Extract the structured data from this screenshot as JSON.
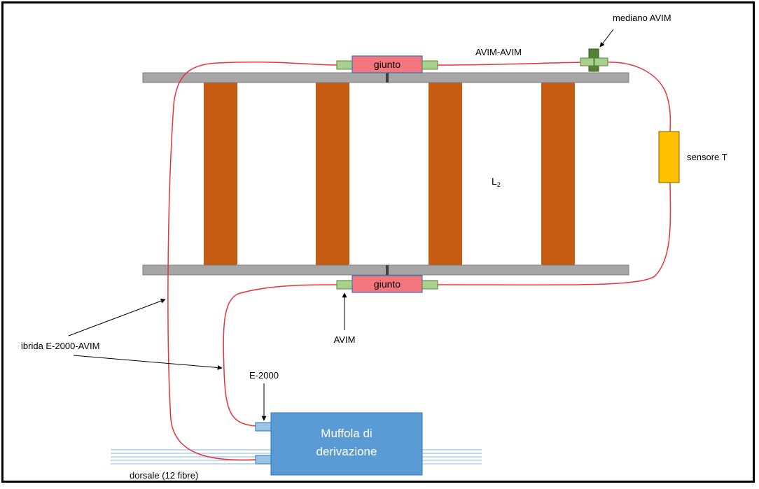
{
  "labels": {
    "mediano_avim": "mediano AVIM",
    "avim_avim": "AVIM-AVIM",
    "giunto_top": "giunto",
    "giunto_bottom": "giunto",
    "sensore": "sensore T",
    "l2_main": "L",
    "l2_sub": "2",
    "avim": "AVIM",
    "ibrida": "ibrida E-2000-AVIM",
    "e2000": "E-2000",
    "muffola_line1": "Muffola di",
    "muffola_line2": "derivazione",
    "dorsale": "dorsale (12 fibre)"
  },
  "colors": {
    "fiber": "#e8323c",
    "rail": "#a6a6a6",
    "rail_stroke": "#7f7f7f",
    "sleeper": "#c55a11",
    "splice_box": "#f4777f",
    "connector": "#a9d18e",
    "connector_dark": "#548235",
    "sensor": "#ffc000",
    "muffola": "#5b9bd5",
    "muffola_port": "#9dc3e6",
    "backbone": "#9dc3e6",
    "frame": "#000000"
  }
}
